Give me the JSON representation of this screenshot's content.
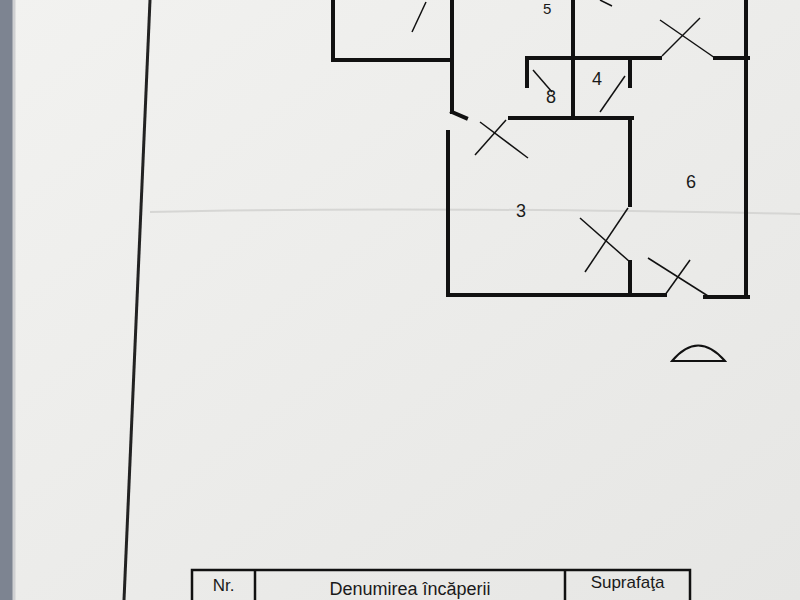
{
  "diagram": {
    "labels": [
      "5",
      "8",
      "4",
      "3",
      "6",
      "Nr.",
      "Denumirea încăperii",
      "Suprafaţa"
    ]
  }
}
